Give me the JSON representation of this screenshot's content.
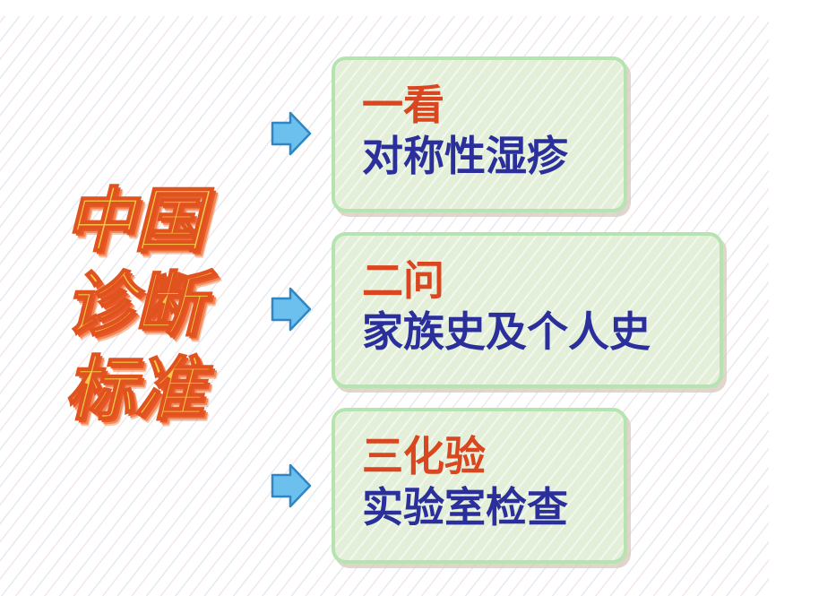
{
  "title": {
    "lines": [
      "中国",
      "诊断",
      "标准"
    ]
  },
  "colors": {
    "title_fill": "#f7c948",
    "title_outline": "#e0531e",
    "arrow_fill": "#6cc0ee",
    "arrow_outline": "#2f86c4",
    "card_border": "#b6e4b0",
    "card_fill": "#e3efd8",
    "card_heading": "#d9461f",
    "card_text": "#2b2f9c"
  },
  "steps": [
    {
      "heading": "一看",
      "text": "对称性湿疹"
    },
    {
      "heading": "二问",
      "text": "家族史及个人史"
    },
    {
      "heading": "三化验",
      "text": "实验室检查"
    }
  ]
}
